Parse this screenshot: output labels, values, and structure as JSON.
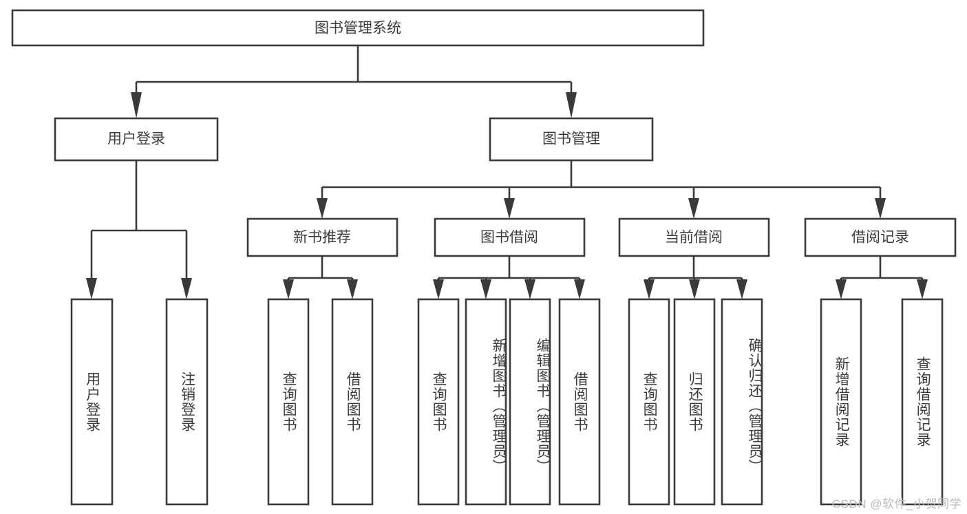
{
  "diagram": {
    "type": "tree-hierarchy",
    "title": "图书管理系统",
    "stroke_color": "#3a3a3a",
    "text_color": "#3b3b3b",
    "background_color": "#ffffff",
    "levels": {
      "level1": [
        {
          "id": "root",
          "label": "图书管理系统"
        }
      ],
      "level2": [
        {
          "id": "user-login",
          "label": "用户登录"
        },
        {
          "id": "book-manage",
          "label": "图书管理"
        }
      ],
      "level3": [
        {
          "id": "new-book-rec",
          "label": "新书推荐"
        },
        {
          "id": "book-borrow",
          "label": "图书借阅"
        },
        {
          "id": "current-borrow",
          "label": "当前借阅"
        },
        {
          "id": "borrow-record",
          "label": "借阅记录"
        }
      ],
      "level4": [
        {
          "id": "leaf-user-login",
          "label": "用户登录",
          "parent": "user-login"
        },
        {
          "id": "leaf-user-logout",
          "label": "注销登录",
          "parent": "user-login"
        },
        {
          "id": "leaf-query-book-1",
          "label": "查询图书",
          "parent": "new-book-rec"
        },
        {
          "id": "leaf-borrow-book-1",
          "label": "借阅图书",
          "parent": "new-book-rec"
        },
        {
          "id": "leaf-query-book-2",
          "label": "查询图书",
          "parent": "book-borrow"
        },
        {
          "id": "leaf-add-book",
          "label": "新增图书（管理员）",
          "parent": "book-borrow"
        },
        {
          "id": "leaf-edit-book",
          "label": "编辑图书（管理员）",
          "parent": "book-borrow"
        },
        {
          "id": "leaf-borrow-book-2",
          "label": "借阅图书",
          "parent": "book-borrow"
        },
        {
          "id": "leaf-query-book-3",
          "label": "查询图书",
          "parent": "current-borrow"
        },
        {
          "id": "leaf-return-book",
          "label": "归还图书",
          "parent": "current-borrow"
        },
        {
          "id": "leaf-confirm-return",
          "label": "确认归还（管理员）",
          "parent": "current-borrow"
        },
        {
          "id": "leaf-add-record",
          "label": "新增借阅记录",
          "parent": "borrow-record"
        },
        {
          "id": "leaf-query-record",
          "label": "查询借阅记录",
          "parent": "borrow-record"
        }
      ]
    }
  },
  "watermark": {
    "text": "CSDN @软件_小贺同学"
  }
}
